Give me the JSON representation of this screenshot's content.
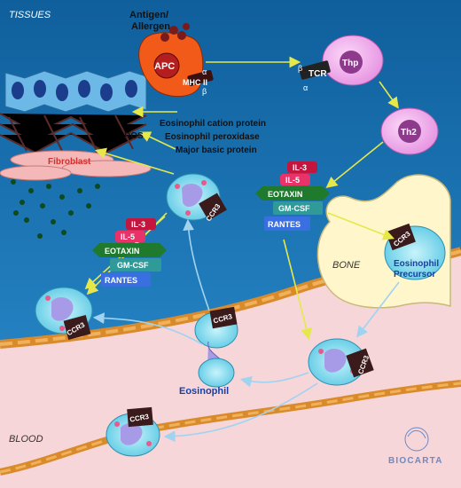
{
  "regions": {
    "tissues": "TISSUES",
    "blood": "BLOOD",
    "bone": "BONE"
  },
  "labels": {
    "antigen": "Antigen/\nAllergen",
    "apc": "APC",
    "mhc": "MHC II",
    "alpha": "α",
    "beta": "β",
    "tcr": "TCR",
    "thp": "Thp",
    "th2": "Th2",
    "fibroblast": "Fibroblast",
    "ros": "ROS",
    "granule_proteins": [
      "Eosinophil cation protein",
      "Eosinophil peroxidase",
      "Major basic protein"
    ],
    "eosinophil": "Eosinophil",
    "precursor": "Eosinophil\nPrecursor",
    "ccr3": "CCR3",
    "logo": "BIOCARTA"
  },
  "cytokines": {
    "il3": "IL-3",
    "il5": "IL-5",
    "eotaxin": "EOTAXIN",
    "gmcsf": "GM-CSF",
    "rantes": "RANTES"
  },
  "colors": {
    "tissue_bg": "#1a6fae",
    "blood_bg": "#f6d6d8",
    "bone": "#fff6cc",
    "apc": "#f25a1a",
    "thp": "#f2aaf0",
    "th2": "#e08ad8",
    "eosinophil": "#8fe3f2",
    "nucleus": "#a79be8",
    "il3": "#c2163f",
    "il5": "#e8336a",
    "eotaxin": "#1f7a2e",
    "gmcsf": "#2f9a98",
    "rantes": "#3a6fe2",
    "arrow": "#e6e84a"
  }
}
